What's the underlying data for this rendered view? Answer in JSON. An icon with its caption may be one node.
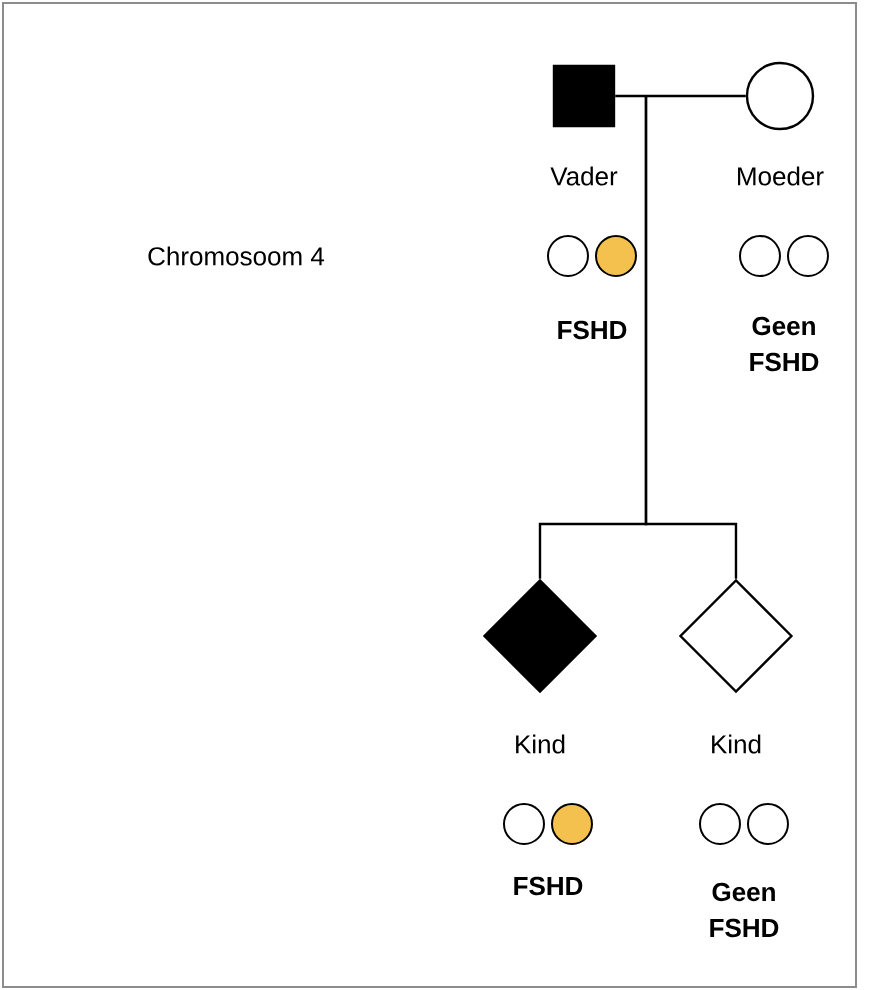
{
  "diagram": {
    "nodes": [
      {
        "text": [
          "Vader"
        ]
      },
      {
        "text": [
          "Moeder"
        ]
      },
      {
        "text": [
          "Kind"
        ]
      },
      {
        "text": [
          "Kind"
        ]
      }
    ],
    "edges": [
      {
        "from": 0,
        "to": 1,
        "arrow": "none"
      },
      {
        "from": null,
        "to": 2,
        "arrow": "none"
      },
      {
        "from": null,
        "to": 3,
        "arrow": "none"
      }
    ],
    "labels": [
      "Chromosoom 4",
      "FSHD",
      "Geen FSHD",
      "FSHD",
      "Geen FSHD"
    ]
  }
}
